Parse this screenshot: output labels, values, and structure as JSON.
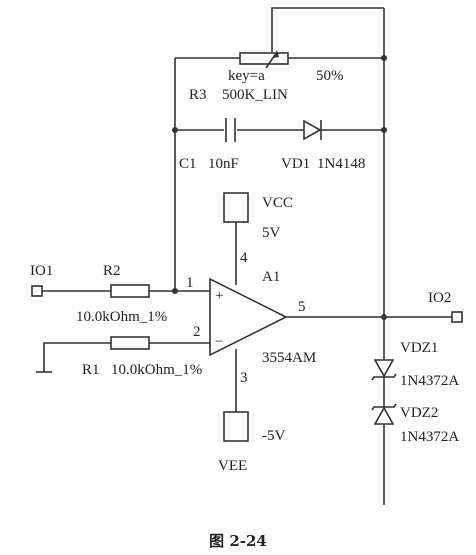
{
  "components": {
    "r3": {
      "ref": "R3",
      "value": "500K_LIN",
      "key": "key=a",
      "percent": "50%"
    },
    "c1": {
      "ref": "C1",
      "value": "10nF"
    },
    "vd1": {
      "ref": "VD1",
      "value": "1N4148"
    },
    "vcc": {
      "label": "VCC",
      "voltage": "5V"
    },
    "vee": {
      "label": "VEE",
      "voltage": "-5V"
    },
    "a1": {
      "ref": "A1",
      "model": "3554AM"
    },
    "r2": {
      "ref": "R2",
      "value": "10.0kOhm_1%"
    },
    "r1": {
      "ref": "R1",
      "value": "10.0kOhm_1%"
    },
    "vdz1": {
      "ref": "VDZ1",
      "value": "1N4372A"
    },
    "vdz2": {
      "ref": "VDZ2",
      "value": "1N4372A"
    }
  },
  "pins": {
    "p1": "1",
    "p2": "2",
    "p3": "3",
    "p4": "4",
    "p5": "5",
    "plus": "+",
    "minus": "−"
  },
  "ports": {
    "io1": "IO1",
    "io2": "IO2"
  },
  "caption": "图 2-24"
}
